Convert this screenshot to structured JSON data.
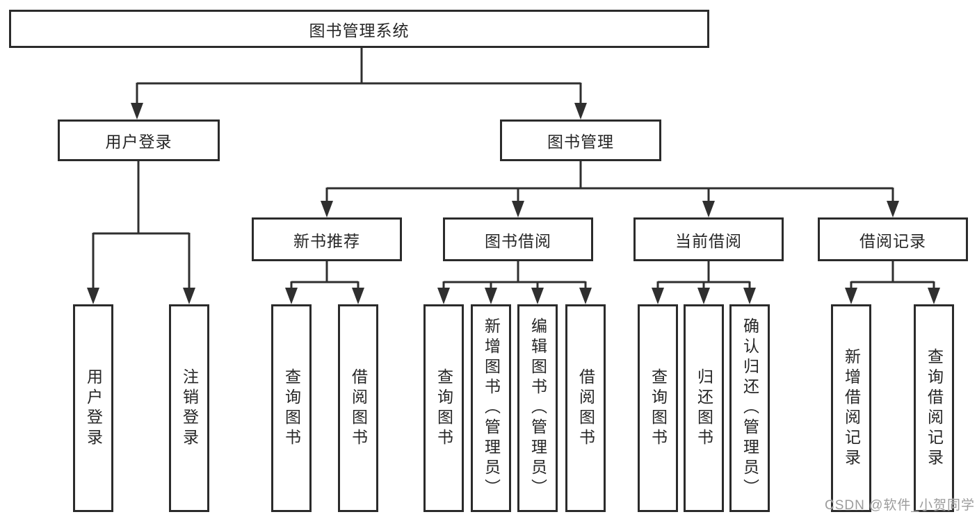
{
  "diagram": {
    "root": "图书管理系统",
    "branches": {
      "user_login": "用户登录",
      "book_mgmt": "图书管理"
    },
    "modules": {
      "new_book": "新书推荐",
      "book_borrow": "图书借阅",
      "current_borrow": "当前借阅",
      "borrow_record": "借阅记录"
    },
    "leaves": {
      "user_login": "用户登录",
      "logout": "注销登录",
      "nb_query": "查询图书",
      "nb_borrow": "借阅图书",
      "bb_query": "查询图书",
      "bb_add": "新增图书（管理员）",
      "bb_edit": "编辑图书（管理员）",
      "bb_borrow": "借阅图书",
      "cb_query": "查询图书",
      "cb_return": "归还图书",
      "cb_confirm": "确认归还（管理员）",
      "br_add": "新增借阅记录",
      "br_query": "查询借阅记录"
    }
  },
  "watermark": "CSDN @软件_小贺同学",
  "colors": {
    "line": "#2f2f2f",
    "box_border": "#2b2b2b",
    "text": "#262626",
    "watermark": "#9c9c9c",
    "background": "#ffffff"
  }
}
